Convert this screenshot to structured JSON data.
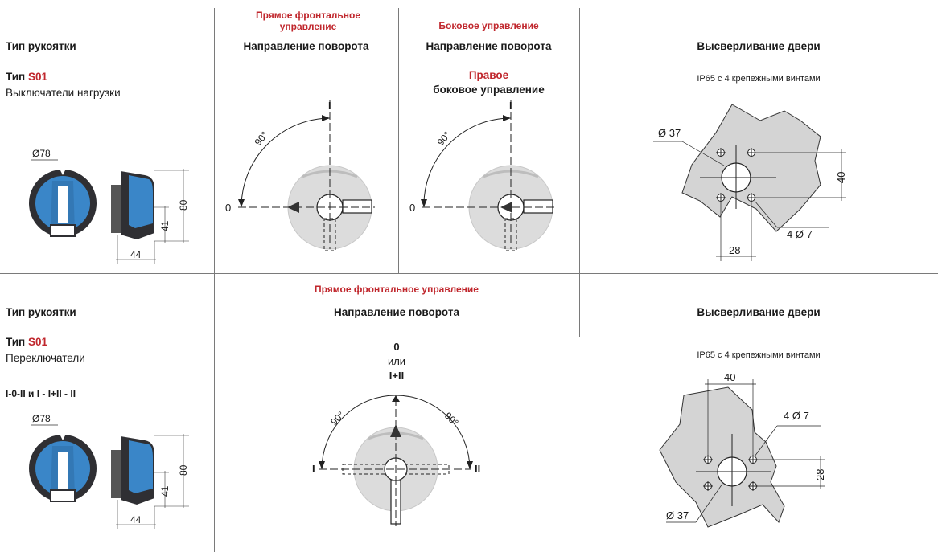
{
  "section1": {
    "col1_header": "Тип рукоятки",
    "col2_red": "Прямое фронтальное управление",
    "col2_header": "Направление поворота",
    "col3_red": "Боковое управление",
    "col3_header": "Направление поворота",
    "col4_header": "Высверливание двери",
    "type_prefix": "Тип",
    "type_code": "S01",
    "type_desc": "Выключатели нагрузки",
    "side_red": "Правое",
    "side_text": "боковое управление",
    "ip_note": "IP65 с 4 крепежными винтами",
    "handle_dims": {
      "diameter": "Ø78",
      "height": "80",
      "mid": "41",
      "depth": "44"
    },
    "rotation": {
      "angle": "90°",
      "zero": "0",
      "one": "I"
    },
    "drill": {
      "hole": "Ø 37",
      "height": "40",
      "width": "28",
      "screws": "4 Ø 7"
    }
  },
  "section2": {
    "red_label": "Прямое фронтальное управление",
    "col1_header": "Тип рукоятки",
    "col2_header": "Направление поворота",
    "col4_header": "Высверливание двери",
    "type_prefix": "Тип",
    "type_code": "S01",
    "type_desc": "Переключатели",
    "positions": "I-0-II и I - I+II - II",
    "ip_note": "IP65 с 4 крепежными винтами",
    "handle_dims": {
      "diameter": "Ø78",
      "height": "80",
      "mid": "41",
      "depth": "44"
    },
    "rotation": {
      "top_zero": "0",
      "or": "или",
      "top_combo": "I+II",
      "angle_left": "90°",
      "angle_right": "90°",
      "left": "I",
      "right": "II"
    },
    "drill": {
      "width": "40",
      "screws": "4 Ø 7",
      "height": "28",
      "hole": "Ø 37"
    }
  },
  "colors": {
    "accent": "#c0272d",
    "knob_blue": "#3a86c8",
    "knob_dark": "#2f2f33",
    "drill_gray": "#d4d4d4",
    "knob_gray": "#dcdcdc"
  }
}
